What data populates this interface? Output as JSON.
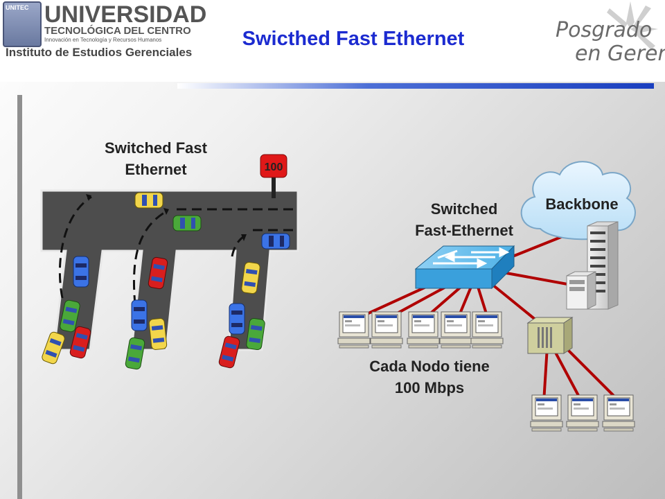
{
  "header": {
    "title": "Swicthed Fast Ethernet",
    "logo_left": {
      "badge": "UNITEC",
      "line1": "UNIVERSIDAD",
      "line2": "TECNOLÓGICA DEL CENTRO",
      "line3": "Innovación en Tecnología y Recursos Humanos",
      "line4": "Instituto de Estudios Gerenciales"
    },
    "logo_right": {
      "line1": "Posgrado",
      "line2": "en Gerencia"
    }
  },
  "road_section": {
    "label_line1": "Switched Fast",
    "label_line2": "Ethernet",
    "speed_sign": "100",
    "car_colors": [
      "#f2d64b",
      "#4aa83a",
      "#3b73e6",
      "#d91e1e"
    ]
  },
  "network_section": {
    "switch_label_line1": "Switched",
    "switch_label_line2": "Fast-Ethernet",
    "backbone_label": "Backbone",
    "nodes_label_line1": "Cada Nodo tiene",
    "nodes_label_line2": "100 Mbps"
  },
  "colors": {
    "title": "#1c2bd0",
    "switch": "#3aa0dc",
    "cable": "#b00000",
    "accent_bar": "#1a3fbf"
  }
}
